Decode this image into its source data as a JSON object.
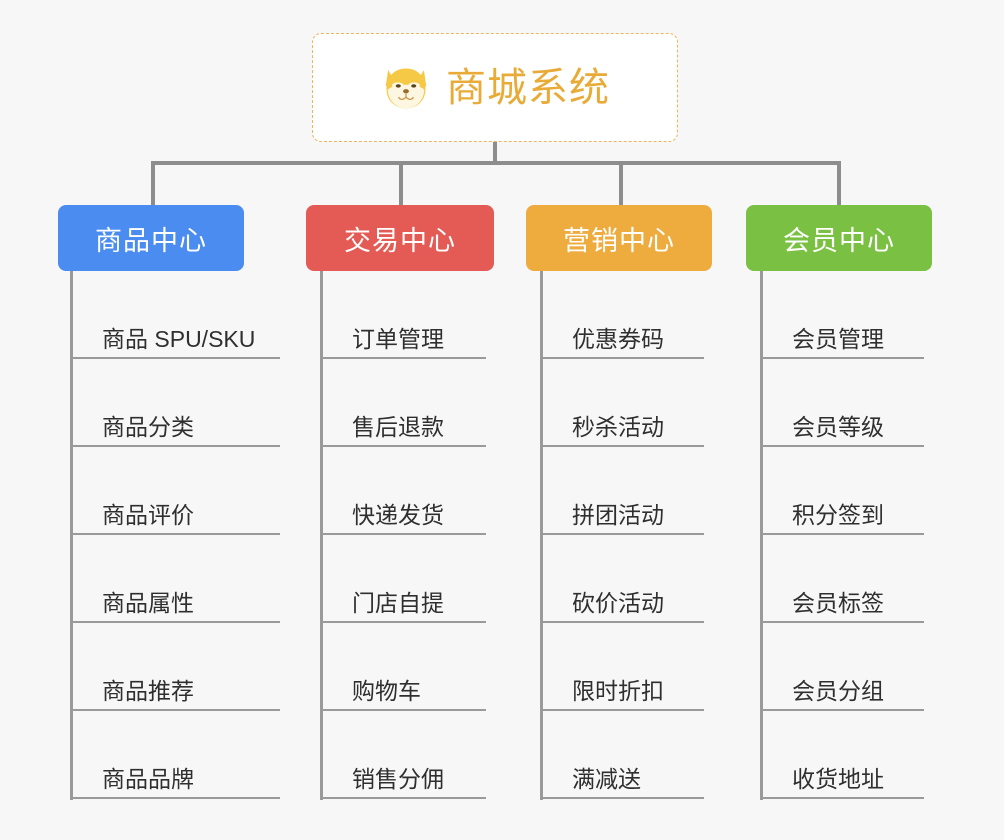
{
  "diagram": {
    "root": {
      "title": "商城系统",
      "icon": "shiba-dog-icon",
      "border_color": "#efb45a",
      "text_color": "#e9ab38",
      "background": "#ffffff"
    },
    "background_color": "#f7f7f7",
    "connector_color": "#8d8d8d",
    "branches": [
      {
        "label": "商品中心",
        "color": "#4a8cf0",
        "items": [
          "商品 SPU/SKU",
          "商品分类",
          "商品评价",
          "商品属性",
          "商品推荐",
          "商品品牌"
        ]
      },
      {
        "label": "交易中心",
        "color": "#e45b55",
        "items": [
          "订单管理",
          "售后退款",
          "快递发货",
          "门店自提",
          "购物车",
          "销售分佣"
        ]
      },
      {
        "label": "营销中心",
        "color": "#eeab3e",
        "items": [
          "优惠券码",
          "秒杀活动",
          "拼团活动",
          "砍价活动",
          "限时折扣",
          "满减送"
        ]
      },
      {
        "label": "会员中心",
        "color": "#7ac143",
        "items": [
          "会员管理",
          "会员等级",
          "积分签到",
          "会员标签",
          "会员分组",
          "收货地址"
        ]
      }
    ]
  }
}
